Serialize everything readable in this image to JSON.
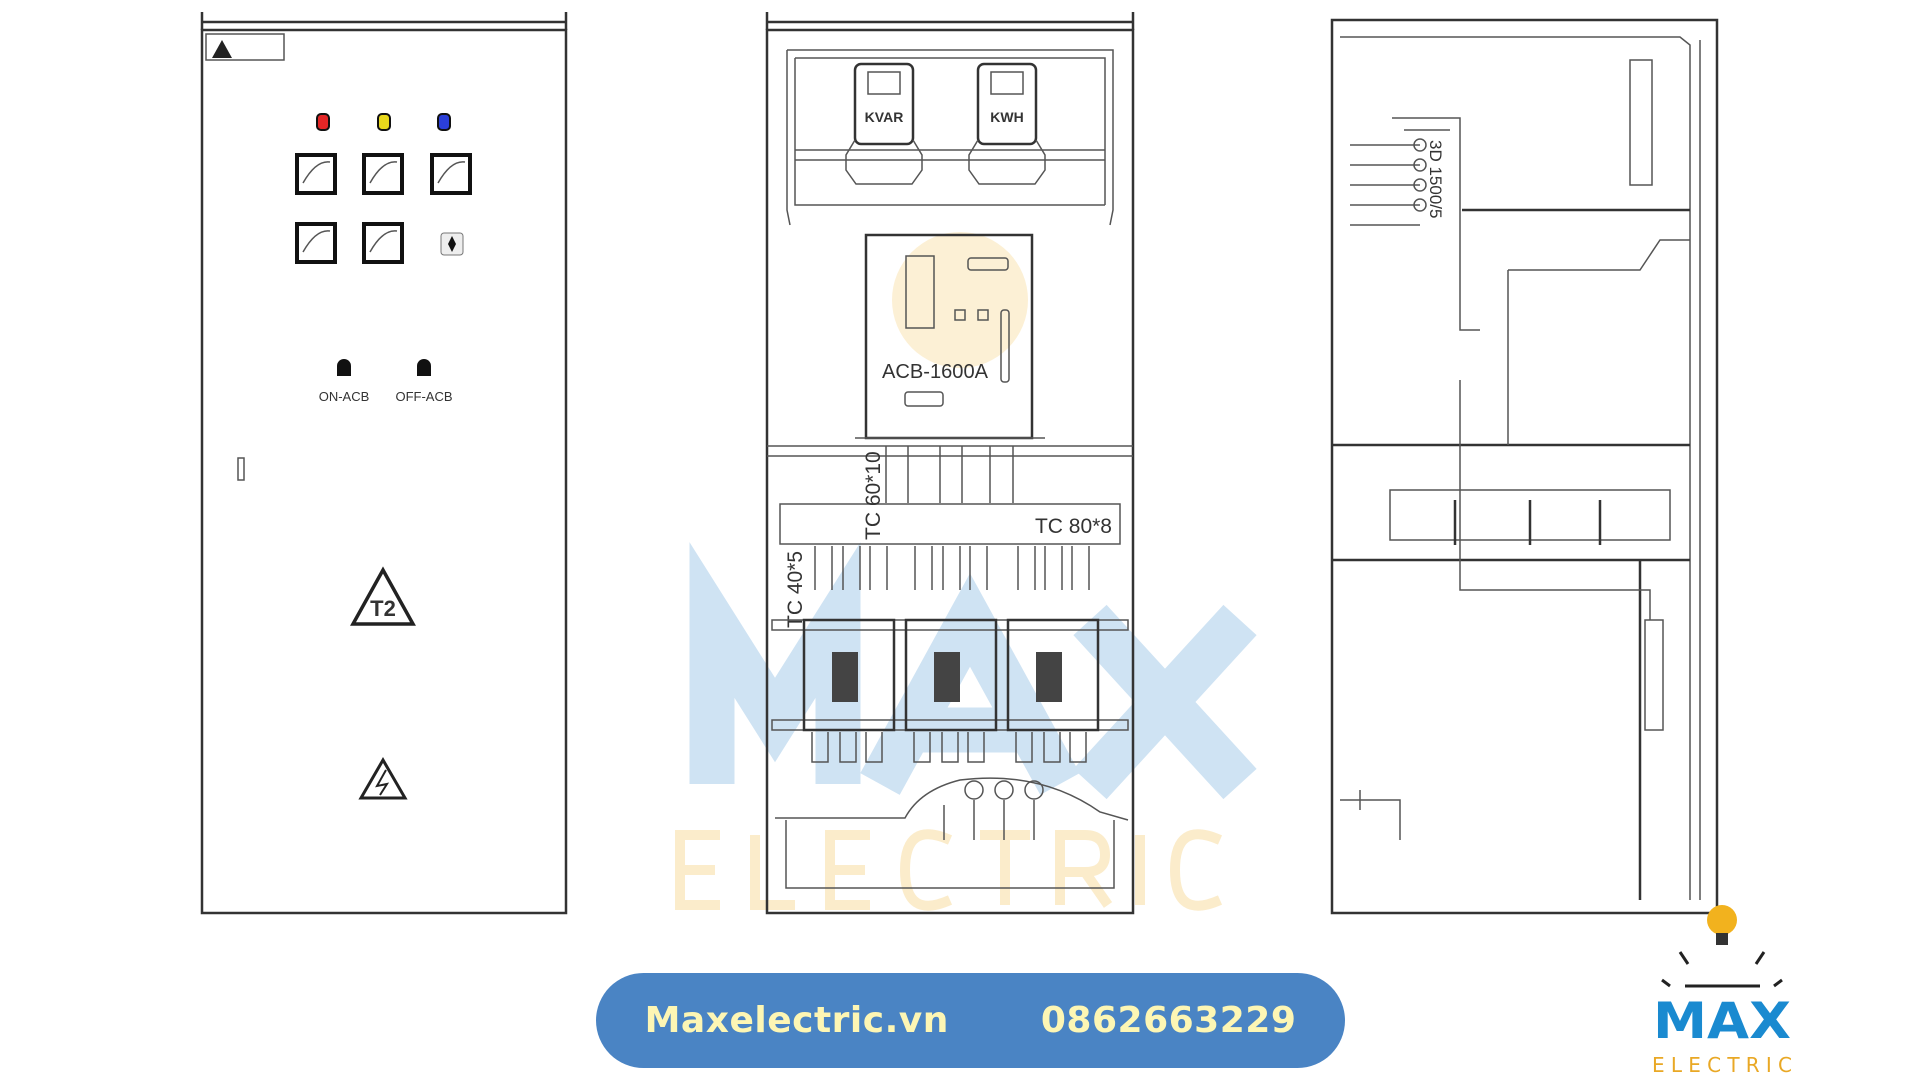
{
  "watermark": {
    "word1": "MAX",
    "word2": "ELECTRIC",
    "blue": "#cfe3f3",
    "gold": "#fbeccb"
  },
  "front_panel": {
    "lamp_colors": [
      "#e32626",
      "#e8d81c",
      "#2b3fd8"
    ],
    "on_button_label": "ON-ACB",
    "off_button_label": "OFF-ACB",
    "warning_label": "T2"
  },
  "interior_panel": {
    "meter_1_label": "KVAR",
    "meter_2_label": "KWH",
    "breaker_label": "ACB-1600A",
    "busbar_vertical_label": "TC 60*10",
    "busbar_main_label": "TC 80*8",
    "busbar_branch_label": "TC 40*5"
  },
  "side_panel": {
    "ct_label": "3D 1500/5"
  },
  "footer": {
    "website": "Maxelectric.vn",
    "phone": "0862663229",
    "pill_color": "#4a84c4",
    "text_color": "#fdf6b4"
  },
  "logo": {
    "word1": "MAX",
    "word2": "ELECTRIC",
    "blue": "#1a8ad0",
    "gold": "#e9a825"
  }
}
